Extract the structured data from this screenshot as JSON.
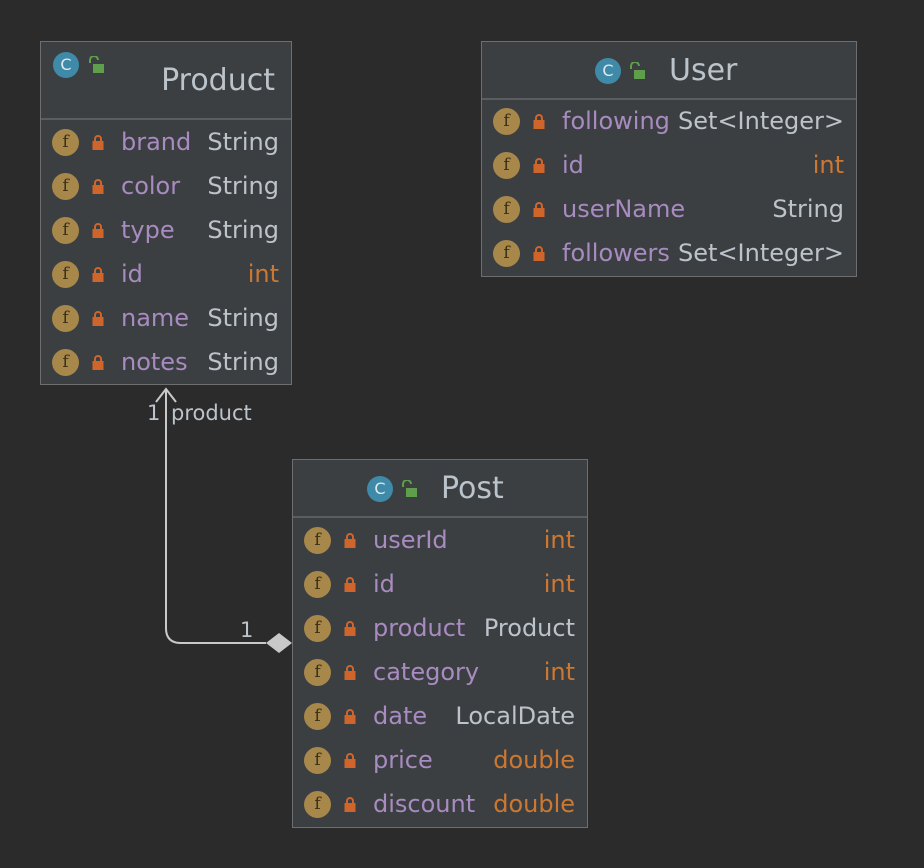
{
  "colors": {
    "background": "#2b2b2b",
    "box": "#3c3f41",
    "field_name": "#a88bc0",
    "ref_type": "#bbc3cb",
    "primitive_type": "#cc7832",
    "field_badge": "#a7884a",
    "class_icon": "#3f8aa8",
    "lock": "#d0652c",
    "unlock": "#5f9e4a"
  },
  "icons": {
    "class": "C",
    "field": "f"
  },
  "classes": [
    {
      "title": "Product",
      "fields": [
        {
          "name": "brand",
          "type": "String",
          "kind": "ref"
        },
        {
          "name": "color",
          "type": "String",
          "kind": "ref"
        },
        {
          "name": "type",
          "type": "String",
          "kind": "ref"
        },
        {
          "name": "id",
          "type": "int",
          "kind": "prim"
        },
        {
          "name": "name",
          "type": "String",
          "kind": "ref"
        },
        {
          "name": "notes",
          "type": "String",
          "kind": "ref"
        }
      ]
    },
    {
      "title": "User",
      "fields": [
        {
          "name": "following",
          "type": "Set<Integer>",
          "kind": "ref"
        },
        {
          "name": "id",
          "type": "int",
          "kind": "prim"
        },
        {
          "name": "userName",
          "type": "String",
          "kind": "ref"
        },
        {
          "name": "followers",
          "type": "Set<Integer>",
          "kind": "ref"
        }
      ]
    },
    {
      "title": "Post",
      "fields": [
        {
          "name": "userId",
          "type": "int",
          "kind": "prim"
        },
        {
          "name": "id",
          "type": "int",
          "kind": "prim"
        },
        {
          "name": "product",
          "type": "Product",
          "kind": "ref"
        },
        {
          "name": "category",
          "type": "int",
          "kind": "prim"
        },
        {
          "name": "date",
          "type": "LocalDate",
          "kind": "ref"
        },
        {
          "name": "price",
          "type": "double",
          "kind": "prim"
        },
        {
          "name": "discount",
          "type": "double",
          "kind": "prim"
        }
      ]
    }
  ],
  "association": {
    "target_multiplicity": "1",
    "target_role": "product",
    "source_multiplicity": "1"
  }
}
